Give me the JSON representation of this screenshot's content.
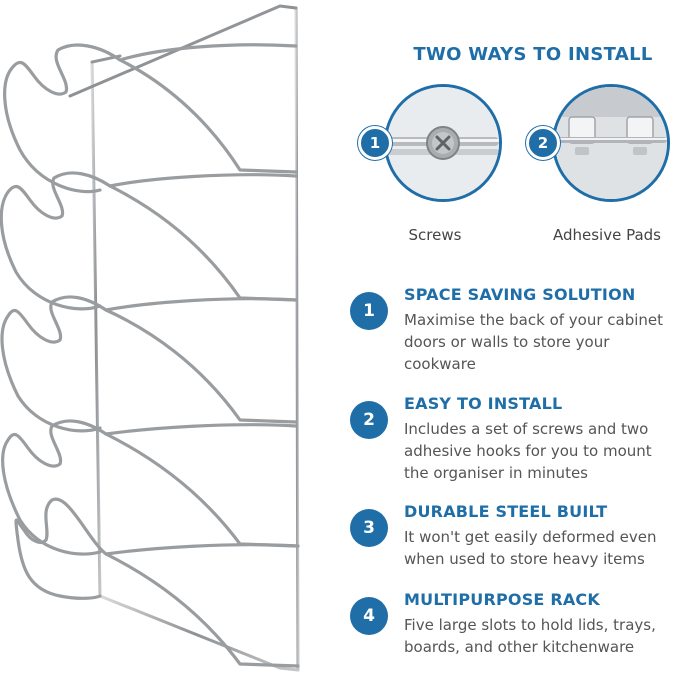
{
  "heading": "TWO WAYS TO INSTALL",
  "install_methods": [
    {
      "number": "1",
      "label": "Screws",
      "icon": "screw-icon"
    },
    {
      "number": "2",
      "label": "Adhesive Pads",
      "icon": "adhesive-pad-icon"
    }
  ],
  "features": [
    {
      "number": "1",
      "title": "SPACE SAVING SOLUTION",
      "description": "Maximise the back of your cabinet doors or walls to store your cookware"
    },
    {
      "number": "2",
      "title": "EASY TO INSTALL",
      "description": "Includes a set of screws and two adhesive hooks for you to mount the organiser in minutes"
    },
    {
      "number": "3",
      "title": "DURABLE STEEL BUILT",
      "description": "It won't get easily deformed even when used to store heavy items"
    },
    {
      "number": "4",
      "title": "MULTIPURPOSE RACK",
      "description": "Five large slots to hold lids, trays, boards, and other kitchenware"
    }
  ],
  "colors": {
    "accent": "#1f6ea8",
    "text": "#555555",
    "background": "#ffffff"
  }
}
